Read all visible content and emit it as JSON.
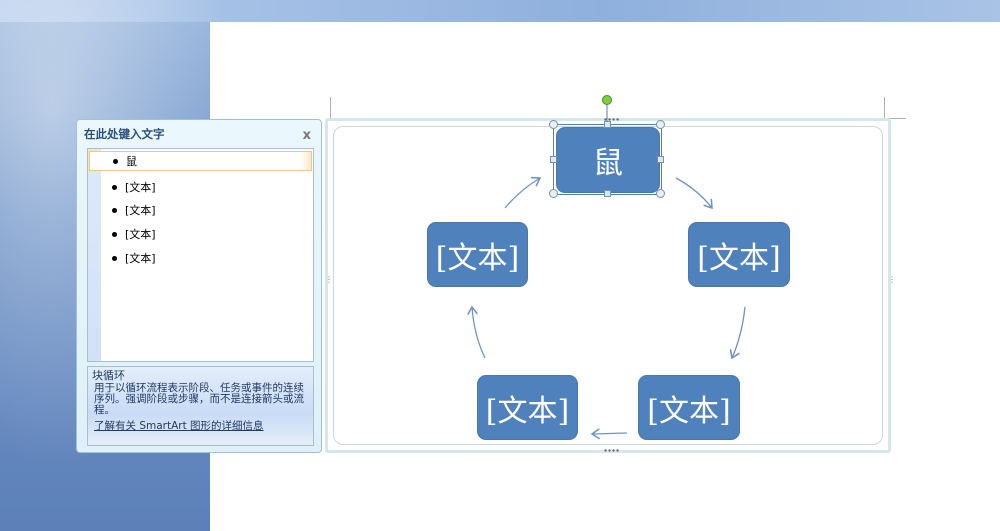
{
  "text_pane": {
    "title": "在此处键入文字",
    "close_label": "x",
    "items": [
      "鼠",
      "[文本]",
      "[文本]",
      "[文本]",
      "[文本]"
    ],
    "description_title": "块循环",
    "description_body": "用于以循环流程表示阶段、任务或事件的连续序列。强调阶段或步骤，而不是连接箭头或流程。",
    "learn_more_link": "了解有关 SmartArt 图形的详细信息"
  },
  "smartart": {
    "shapes": [
      "鼠",
      "[文本]",
      "[文本]",
      "[文本]",
      "[文本]"
    ],
    "fill_color": "#4f81bd"
  }
}
